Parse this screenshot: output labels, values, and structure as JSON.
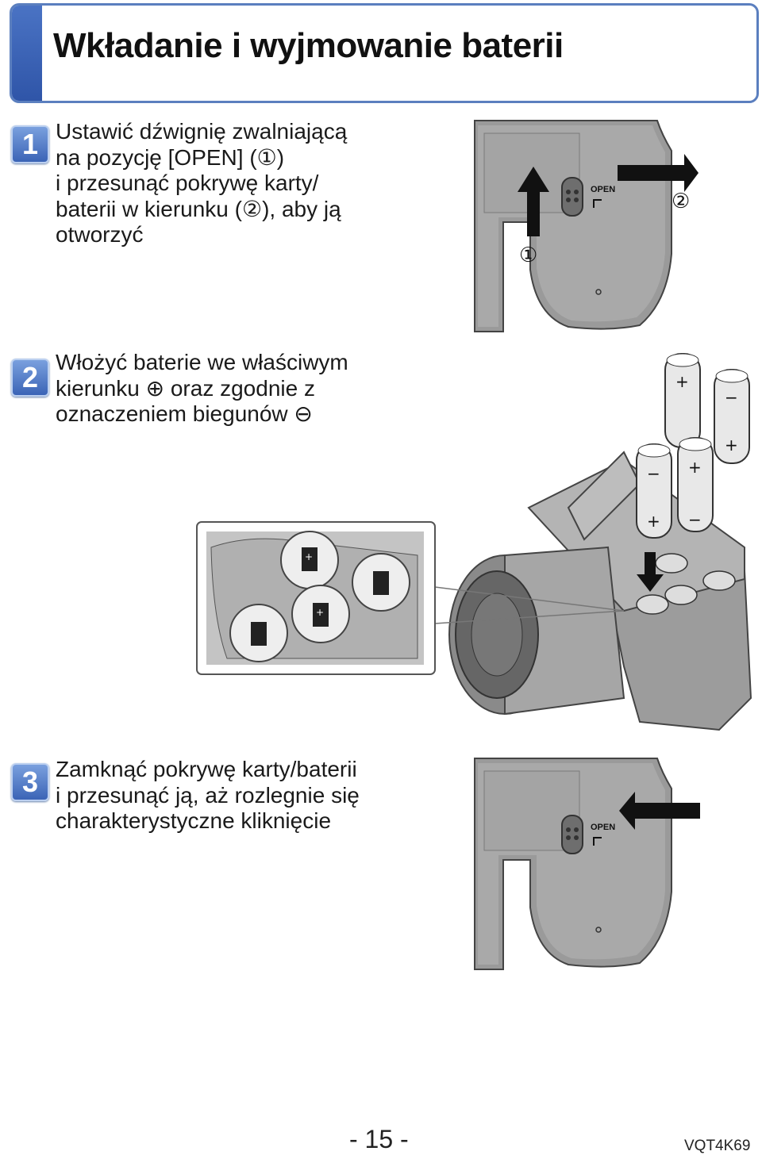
{
  "header": {
    "title": "Wkładanie i wyjmowanie baterii"
  },
  "steps": [
    {
      "number": "1",
      "text": "Ustawić dźwignię zwalniającą\nna pozycję [OPEN] (①)\ni przesunąć pokrywę karty/\nbaterii w kierunku (②), aby ją\notworzyć"
    },
    {
      "number": "2",
      "text": "Włożyć baterie we właściwym\nkierunku ⊕ oraz zgodnie z\noznaczeniem biegunów ⊖"
    },
    {
      "number": "3",
      "text": "Zamknąć pokrywę karty/baterii\ni przesunąć ją, aż rozlegnie się\ncharakterystyczne kliknięcie"
    }
  ],
  "illustrations": {
    "open_label": "OPEN",
    "marker_1": "①",
    "marker_2": "②",
    "plus": "+",
    "minus": "−"
  },
  "footer": {
    "page_number": "- 15 -",
    "doc_code": "VQT4K69"
  }
}
